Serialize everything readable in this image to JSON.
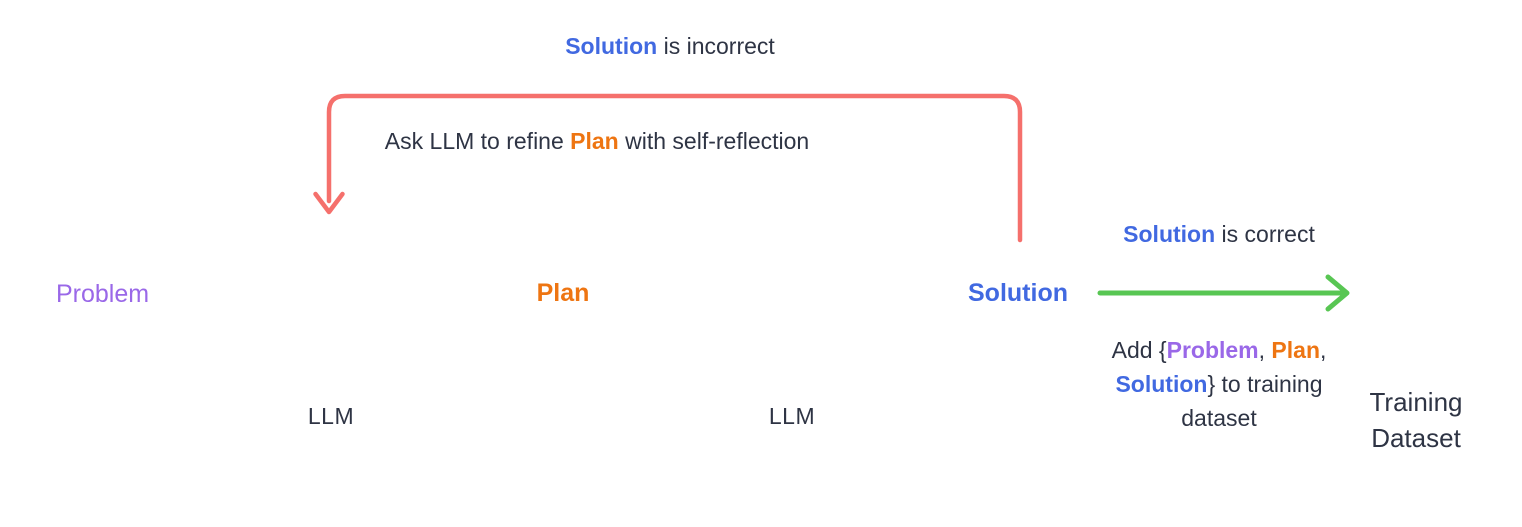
{
  "colors": {
    "purple": "#9a68e8",
    "orange": "#ee7512",
    "blue": "#4169e1",
    "red": "#f5706c",
    "green": "#58c653",
    "dark": "#2e3444",
    "white": "#ffffff"
  },
  "nodes": {
    "problem": {
      "label": "Problem"
    },
    "llm1": {
      "label": "LLM"
    },
    "plan": {
      "label": "Plan"
    },
    "llm2": {
      "label": "LLM"
    },
    "solution": {
      "label": "Solution"
    },
    "training_dataset": {
      "label": "Training Dataset"
    }
  },
  "captions": {
    "incorrect": {
      "keyword": "Solution",
      "rest": " is incorrect"
    },
    "refine": {
      "pre": "Ask LLM to refine ",
      "keyword": "Plan",
      "post": " with self-reflection"
    },
    "correct": {
      "keyword": "Solution",
      "rest": " is correct"
    },
    "add": {
      "part1": "Add {",
      "problem": "Problem",
      "part2": ", ",
      "plan": "Plan",
      "part3": ",",
      "solution": "Solution",
      "part4": "} to training",
      "part5": "dataset"
    }
  }
}
